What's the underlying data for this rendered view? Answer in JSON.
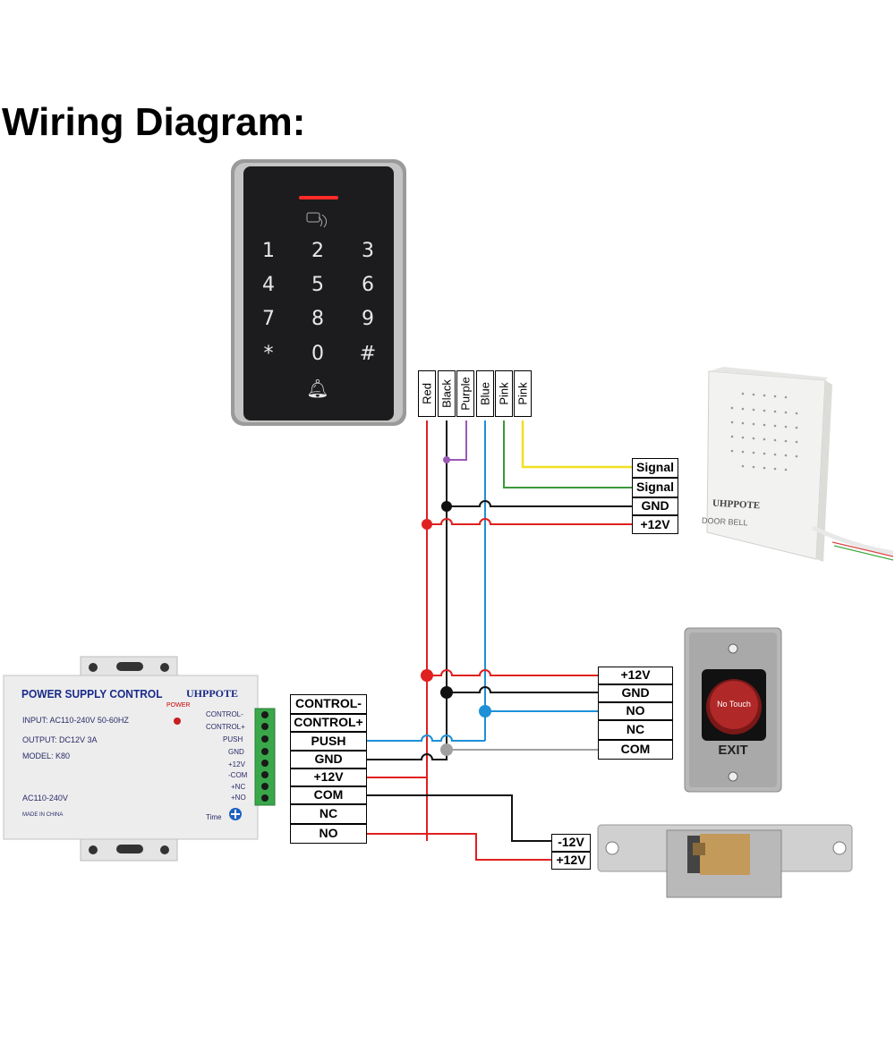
{
  "title": "Wiring Diagram:",
  "keypad": {
    "keys": [
      "1",
      "2",
      "3",
      "4",
      "5",
      "6",
      "7",
      "8",
      "9",
      "*",
      "0",
      "#"
    ],
    "wires": [
      "Red",
      "Black",
      "Purple",
      "Blue",
      "Pink",
      "Pink"
    ]
  },
  "doorbell": {
    "brand": "UHPPOTE",
    "label": "DOOR BELL",
    "terminals": [
      "Signal",
      "Signal",
      "GND",
      "+12V"
    ]
  },
  "exit_button": {
    "button_text": "No Touch",
    "label": "EXIT",
    "terminals": [
      "+12V",
      "GND",
      "NO",
      "NC",
      "COM"
    ]
  },
  "power_supply": {
    "title": "POWER SUPPLY CONTROL",
    "brand": "UHPPOTE",
    "power_label": "POWER",
    "input": "INPUT: AC110-240V  50-60HZ",
    "output": "OUTPUT:  DC12V  3A",
    "model": "MODEL:  K80",
    "ac": "AC110-240V",
    "made_in": "MADE IN CHINA",
    "time": "Time",
    "terminal_labels": [
      "CONTROL-",
      "CONTROL+",
      "PUSH",
      "GND",
      "+12V",
      "-COM",
      "+NC",
      "+NO"
    ],
    "terminals": [
      "CONTROL-",
      "CONTROL+",
      "PUSH",
      "GND",
      "+12V",
      "COM",
      "NC",
      "NO"
    ]
  },
  "lock": {
    "terminals": [
      "-12V",
      "+12V"
    ]
  },
  "colors": {
    "red": "#e02020",
    "black": "#111111",
    "purple": "#9b59b6",
    "blue": "#1e90d8",
    "pink_green": "#3a9a3a",
    "pink_yellow": "#f0e020",
    "gray": "#a0a0a0"
  }
}
